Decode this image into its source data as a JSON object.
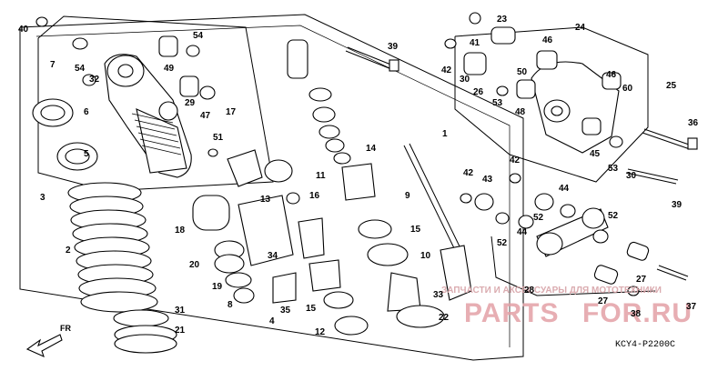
{
  "diagram": {
    "labels": [
      "40",
      "7",
      "54",
      "32",
      "6",
      "5",
      "3",
      "2",
      "31",
      "21",
      "49",
      "54",
      "29",
      "47",
      "17",
      "51",
      "13",
      "18",
      "20",
      "19",
      "8",
      "34",
      "35",
      "4",
      "39",
      "1",
      "14",
      "11",
      "9",
      "16",
      "15",
      "10",
      "33",
      "15",
      "12",
      "22",
      "23",
      "41",
      "42",
      "30",
      "26",
      "53",
      "24",
      "46",
      "50",
      "48",
      "46",
      "60",
      "25",
      "45",
      "53",
      "30",
      "36",
      "39",
      "42",
      "43",
      "42",
      "44",
      "52",
      "52",
      "44",
      "52",
      "28",
      "27",
      "27",
      "38",
      "37"
    ],
    "drawing_code": "KCY4-P2200C",
    "direction_label": "FR"
  },
  "watermark": {
    "caption": "ЗАПЧАСТИ И АКСЕССУАРЫ ДЛЯ МОТОТЕХНИКИ",
    "brand_left": "PARTS",
    "brand_right": "FOR.RU",
    "color": "#e3a0a6"
  }
}
